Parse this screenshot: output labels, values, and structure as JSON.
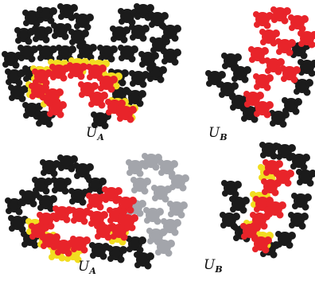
{
  "labels": {
    "top_left": {
      "main": "U",
      "sub": "A"
    },
    "top_right": {
      "main": "U",
      "sub": "B"
    },
    "bottom_left": {
      "main": "U",
      "sub": "A"
    },
    "bottom_right": {
      "main": "U",
      "sub": "B"
    }
  },
  "colors": {
    "black": "#1b1b1b",
    "red": "#e8242a",
    "gray": "#a3a5ab",
    "yellow": "#f2dd20",
    "background": "#ffffff"
  }
}
